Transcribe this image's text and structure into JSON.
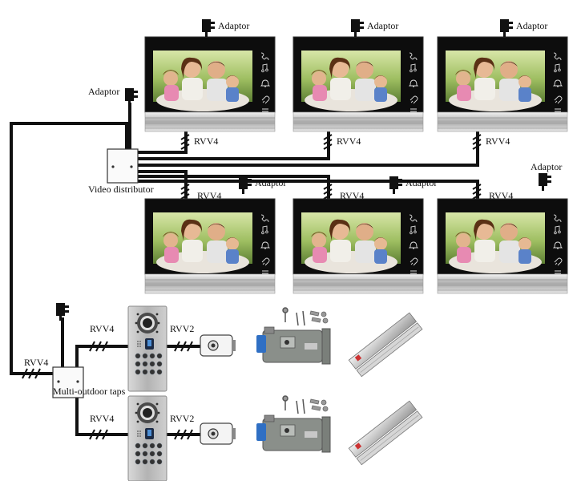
{
  "labels": {
    "adaptor": "Adaptor",
    "rvv4": "RVV4",
    "rvv2": "RVV2",
    "video_distributor": "Video distributor",
    "multi_outdoor_taps": "Multi-outdoor taps"
  },
  "monitor_icons": [
    "phone-icon",
    "music-note-icon",
    "bell-icon",
    "unlock-icon",
    "menu-icon"
  ],
  "colors": {
    "cable": "#111111",
    "monitor_frame": "#0d0d0d",
    "monitor_trim": "#c9c9c9",
    "panel_metal": "#bdbdbd",
    "lock_body": "#8a8f8a",
    "lock_accent": "#2f6fc4"
  }
}
